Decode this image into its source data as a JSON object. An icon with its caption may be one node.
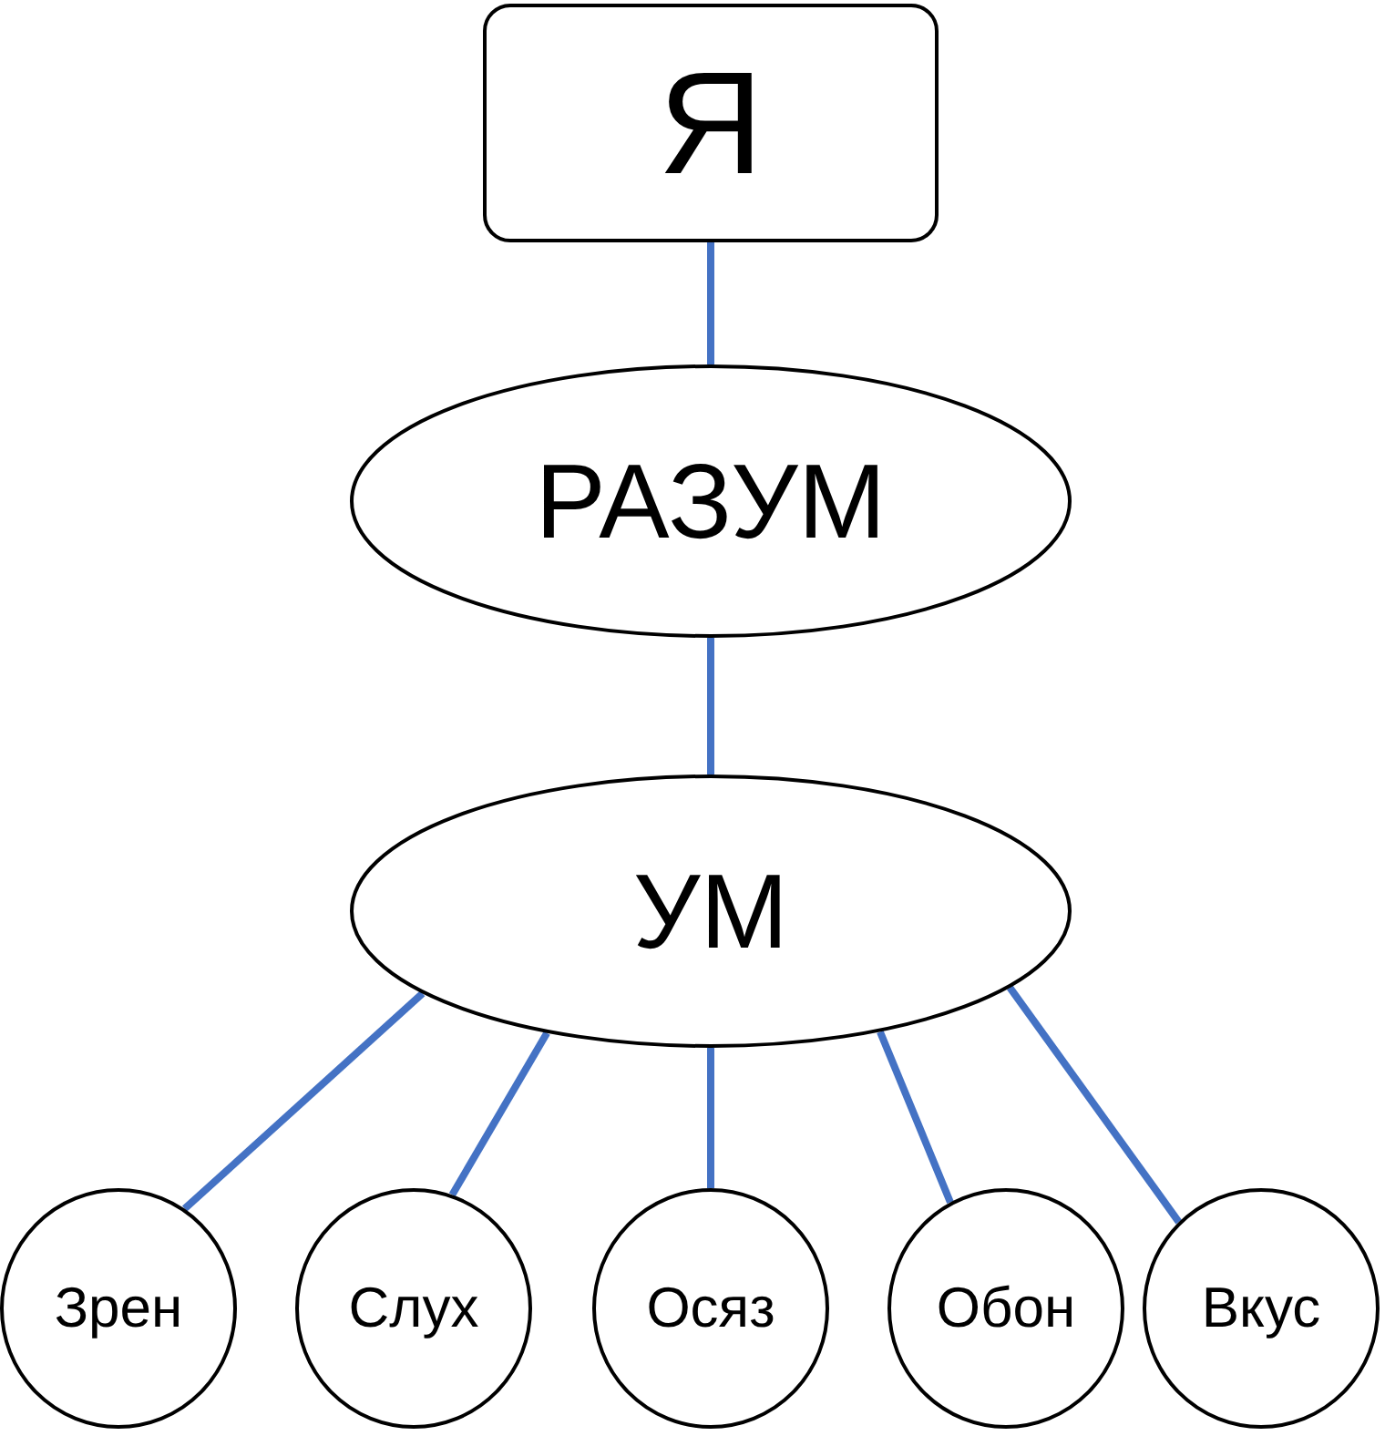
{
  "diagram": {
    "nodes": [
      {
        "text": [
          "Я"
        ]
      },
      {
        "text": [
          "РАЗУМ"
        ]
      },
      {
        "text": [
          "УМ"
        ]
      },
      {
        "text": [
          "Зрен"
        ]
      },
      {
        "text": [
          "Слух"
        ]
      },
      {
        "text": [
          "Осяз"
        ]
      },
      {
        "text": [
          "Обон"
        ]
      },
      {
        "text": [
          "Вкус"
        ]
      }
    ],
    "edges": [
      {
        "from": 0,
        "to": 1,
        "arrow": "none"
      },
      {
        "from": 1,
        "to": 2,
        "arrow": "none"
      },
      {
        "from": 2,
        "to": 3,
        "arrow": "none"
      },
      {
        "from": 2,
        "to": 4,
        "arrow": "none"
      },
      {
        "from": 2,
        "to": 5,
        "arrow": "none"
      },
      {
        "from": 2,
        "to": 6,
        "arrow": "none"
      },
      {
        "from": 2,
        "to": 7,
        "arrow": "none"
      }
    ]
  }
}
